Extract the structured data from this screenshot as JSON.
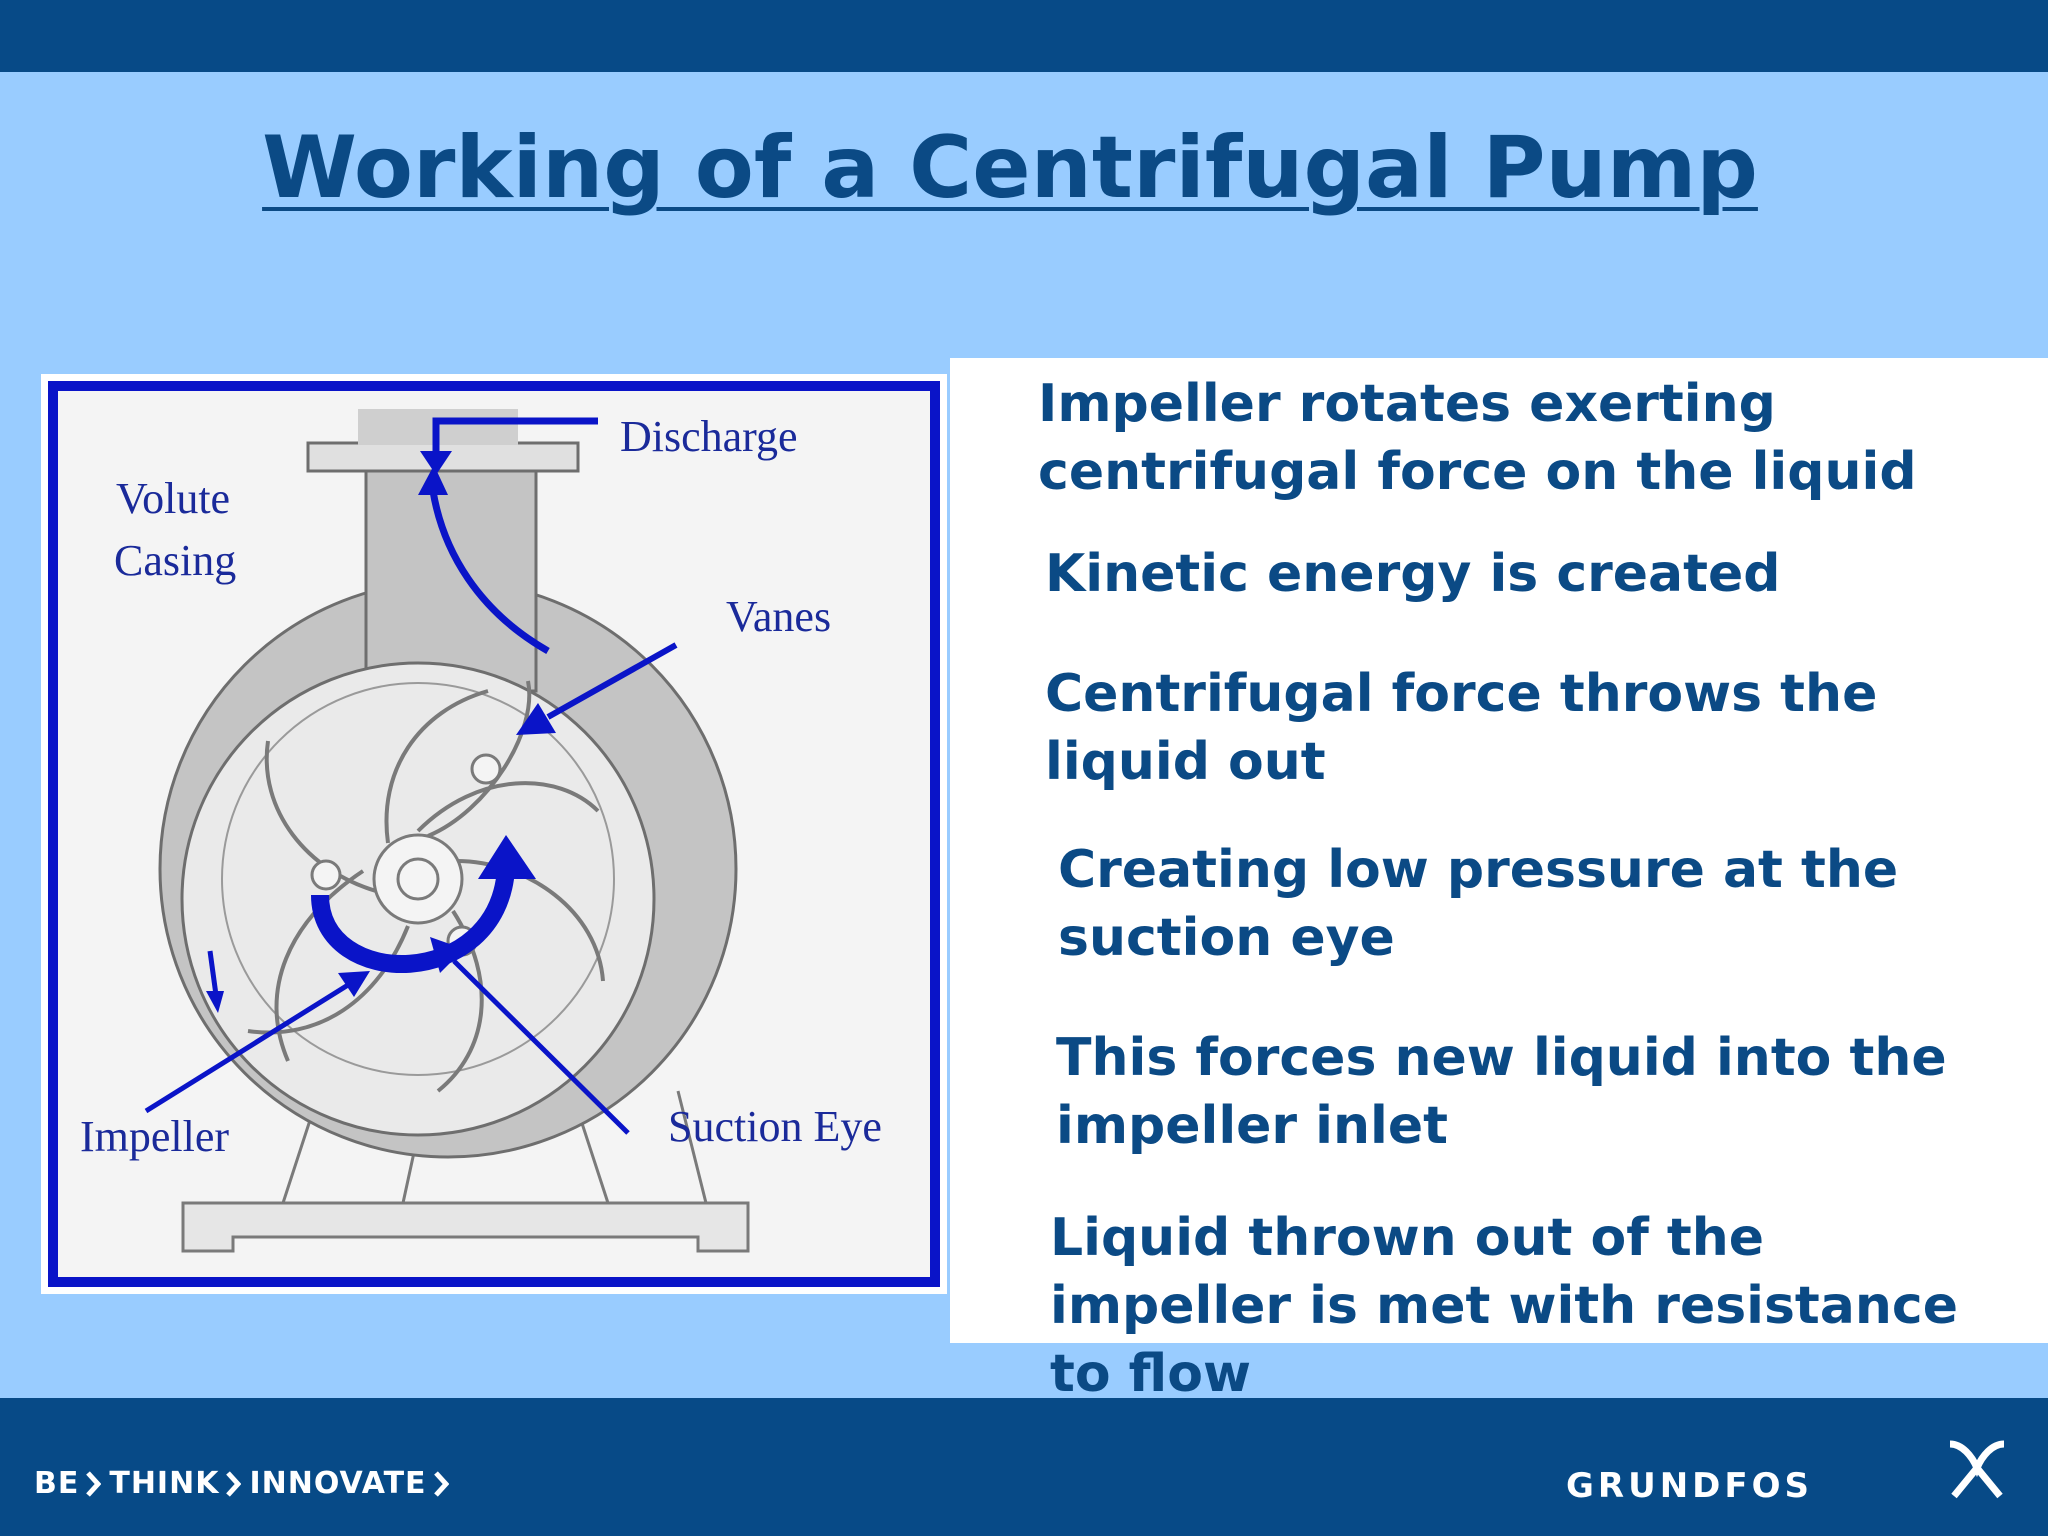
{
  "slide": {
    "title": "Working of a Centrifugal Pump"
  },
  "diagram": {
    "labels": {
      "discharge": "Discharge",
      "volute_line1": "Volute",
      "volute_line2": "Casing",
      "vanes": "Vanes",
      "impeller": "Impeller",
      "suction_eye": "Suction Eye"
    },
    "colors": {
      "frame": "#0a14c8",
      "casing": "#c4c4c4",
      "arrows": "#0a14c8"
    }
  },
  "steps": [
    {
      "line1": "Impeller rotates exerting",
      "line2": "centrifugal force on the liquid"
    },
    {
      "line1": "Kinetic energy is created"
    },
    {
      "line1": "Centrifugal force throws the",
      "line2": "liquid out"
    },
    {
      "line1": "Creating low pressure at the",
      "line2": "suction eye"
    },
    {
      "line1": "This forces new liquid into the",
      "line2": "impeller inlet"
    },
    {
      "line1": "Liquid thrown out of the",
      "line2": "impeller is met with resistance",
      "line3": "to flow"
    }
  ],
  "footer": {
    "slogan": [
      "BE",
      "THINK",
      "INNOVATE"
    ],
    "brand": "GRUNDFOS",
    "brand_icon": "grundfos-x-logo-icon"
  }
}
